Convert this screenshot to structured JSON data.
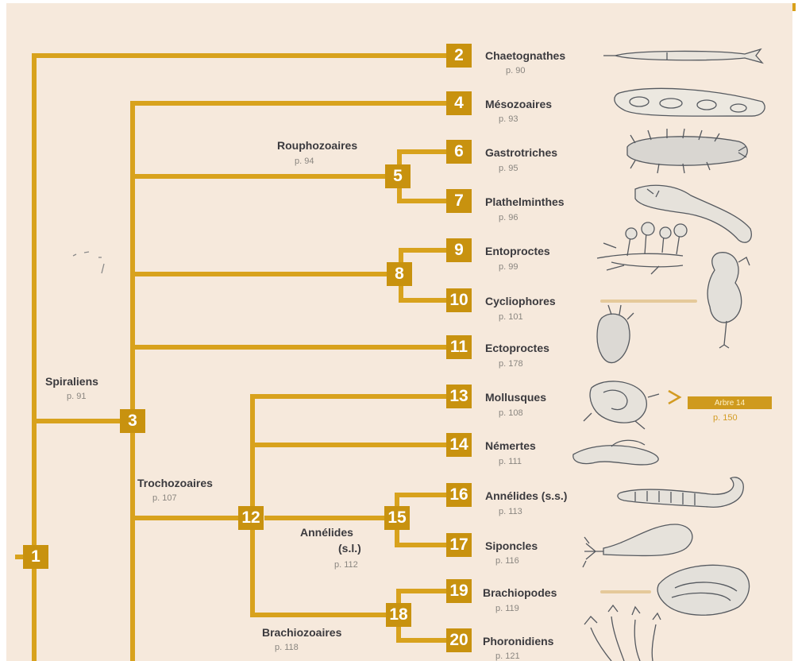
{
  "colors": {
    "line": "#d8a21d",
    "node": "#c8920f",
    "text": "#3b3a3e",
    "page": "#8a8680",
    "background": "#f6e9dc",
    "connector": "#e5c99a",
    "drawing": "#55595f"
  },
  "nodes": [
    {
      "id": "n1",
      "label": "1"
    },
    {
      "id": "n2",
      "label": "2"
    },
    {
      "id": "n3",
      "label": "3"
    },
    {
      "id": "n4",
      "label": "4"
    },
    {
      "id": "n5",
      "label": "5"
    },
    {
      "id": "n6",
      "label": "6"
    },
    {
      "id": "n7",
      "label": "7"
    },
    {
      "id": "n8",
      "label": "8"
    },
    {
      "id": "n9",
      "label": "9"
    },
    {
      "id": "n10",
      "label": "10"
    },
    {
      "id": "n11",
      "label": "11"
    },
    {
      "id": "n12",
      "label": "12"
    },
    {
      "id": "n13",
      "label": "13"
    },
    {
      "id": "n14",
      "label": "14"
    },
    {
      "id": "n15",
      "label": "15"
    },
    {
      "id": "n16",
      "label": "16"
    },
    {
      "id": "n17",
      "label": "17"
    },
    {
      "id": "n18",
      "label": "18"
    },
    {
      "id": "n19",
      "label": "19"
    },
    {
      "id": "n20",
      "label": "20"
    }
  ],
  "taxa": [
    {
      "name": "Chaetognathes",
      "page": "p. 90"
    },
    {
      "name": "Mésozoaires",
      "page": "p. 93"
    },
    {
      "name": "Gastrotriches",
      "page": "p. 95"
    },
    {
      "name": "Plathelminthes",
      "page": "p. 96"
    },
    {
      "name": "Entoproctes",
      "page": "p. 99"
    },
    {
      "name": "Cycliophores",
      "page": "p. 101"
    },
    {
      "name": "Ectoproctes",
      "page": "p. 178"
    },
    {
      "name": "Mollusques",
      "page": "p. 108"
    },
    {
      "name": "Némertes",
      "page": "p. 111"
    },
    {
      "name": "Annélides (s.s.)",
      "page": "p. 113"
    },
    {
      "name": "Siponcles",
      "page": "p. 116"
    },
    {
      "name": "Brachiopodes",
      "page": "p. 119"
    },
    {
      "name": "Phoronidiens",
      "page": "p. 121"
    }
  ],
  "groups": {
    "spiraliens": {
      "name": "Spiraliens",
      "page": "p. 91"
    },
    "rouphozoaires": {
      "name": "Rouphozoaires",
      "page": "p. 94"
    },
    "trochozoaires": {
      "name": "Trochozoaires",
      "page": "p. 107"
    },
    "annelides": {
      "name_line1": "Annélides",
      "name_line2": "(s.l.)",
      "page": "p. 112"
    },
    "brachiozoaires": {
      "name": "Brachiozoaires",
      "page": "p. 118"
    }
  },
  "arbre14": {
    "label": "Arbre 14",
    "page": "p. 150"
  }
}
